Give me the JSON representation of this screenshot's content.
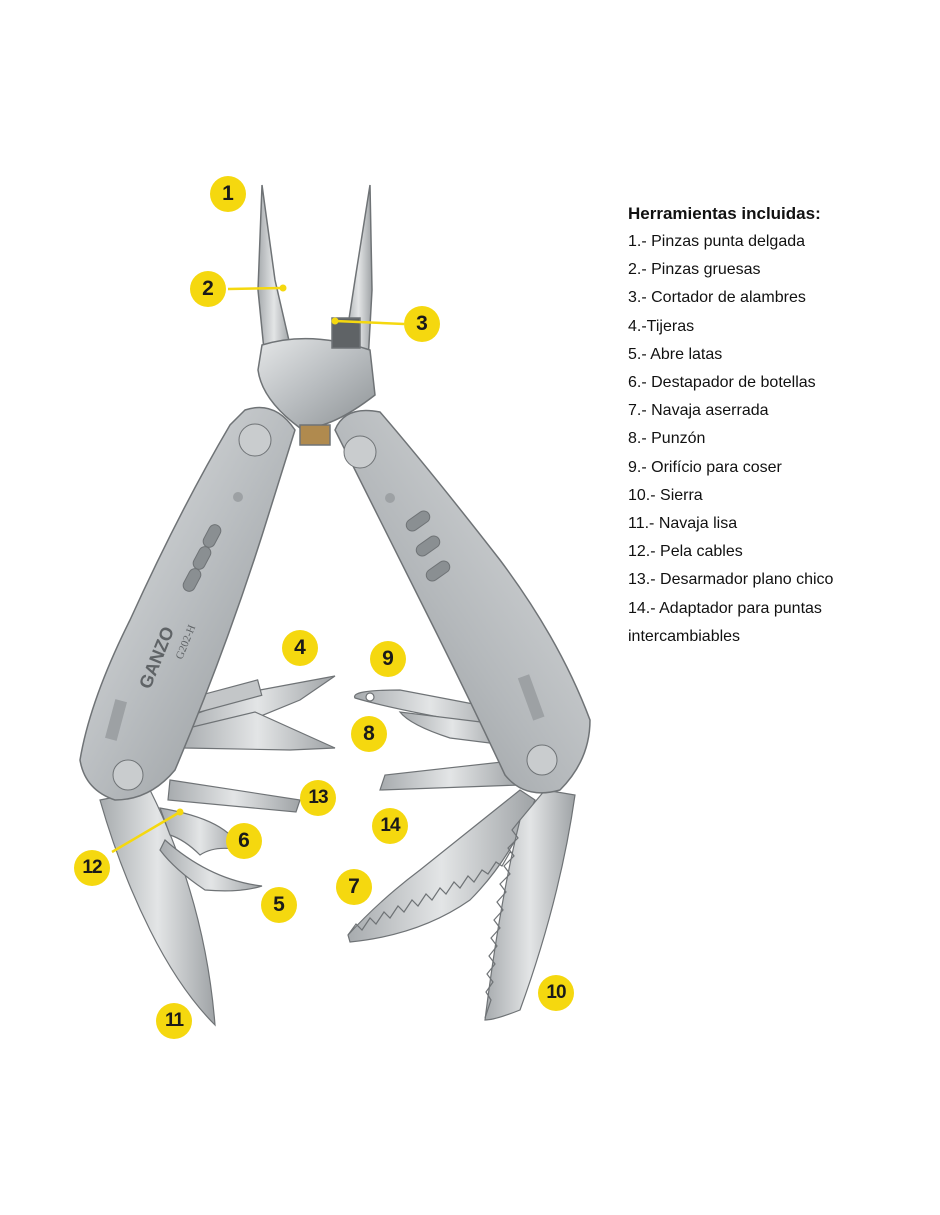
{
  "colors": {
    "callout": "#f5d80f",
    "steel_light": "#d9dbdc",
    "steel_mid": "#b7bbbe",
    "steel_dark": "#8c9194",
    "outline": "#6f7376"
  },
  "legend": {
    "title": "Herramientas incluidas:",
    "items": [
      "1.- Pinzas punta delgada",
      "2.- Pinzas gruesas",
      "3.- Cortador de alambres",
      "4.-Tijeras",
      "5.- Abre latas",
      "6.- Destapador de botellas",
      "7.- Navaja aserrada",
      "8.- Punzón",
      "9.- Orifício para coser",
      "10.- Sierra",
      "11.- Navaja lisa",
      "12.- Pela cables",
      "13.- Desarmador plano chico",
      "14.- Adaptador para puntas",
      "intercambiables"
    ]
  },
  "tool": {
    "brand_text": "GANZO",
    "model_text": "G202-H"
  },
  "callouts": [
    "1",
    "2",
    "3",
    "4",
    "5",
    "6",
    "7",
    "8",
    "9",
    "10",
    "11",
    "12",
    "13",
    "14"
  ]
}
